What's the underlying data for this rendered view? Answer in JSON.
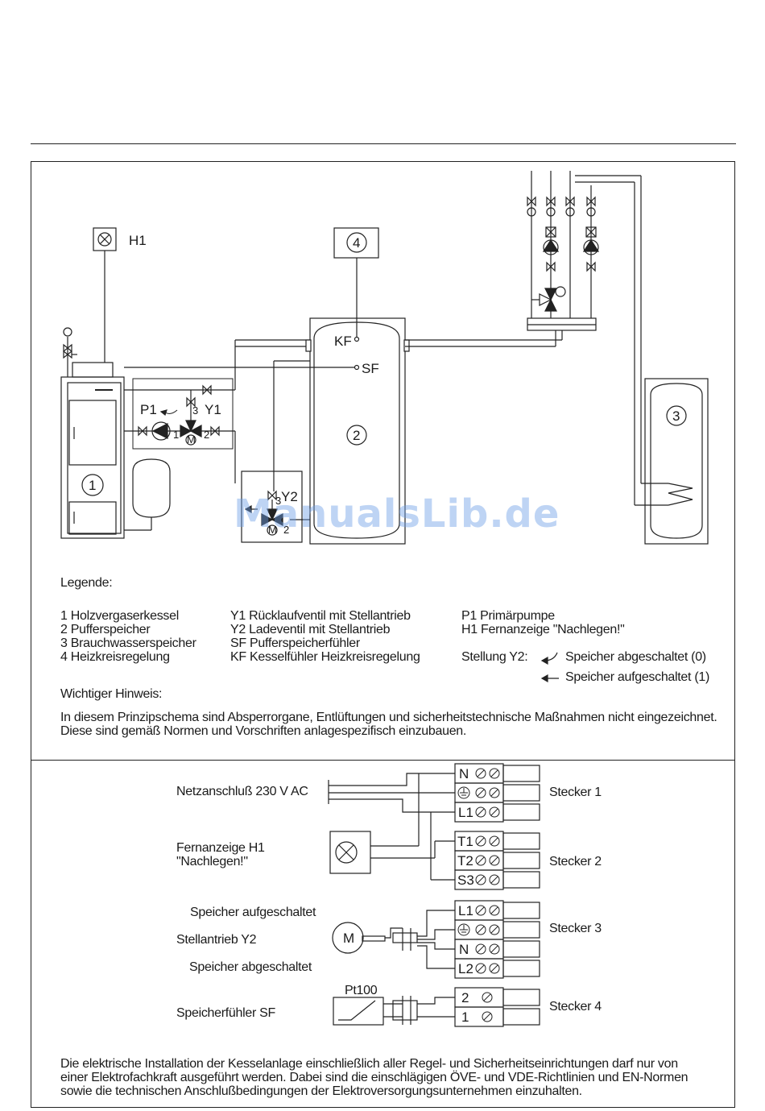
{
  "diagram": {
    "labels": {
      "h1": "H1",
      "p1": "P1",
      "y1": "Y1",
      "y2": "Y2",
      "kf": "KF",
      "sf": "SF",
      "n1": "1",
      "n2": "2",
      "n3": "3",
      "n4": "4",
      "motor": "M",
      "three": "3",
      "two": "2",
      "one": "1"
    }
  },
  "legend": {
    "heading": "Legende:",
    "col1": [
      "1  Holzvergaserkessel",
      "2  Pufferspeicher",
      "3  Brauchwasserspeicher",
      "4  Heizkreisregelung"
    ],
    "col2": [
      "Y1  Rücklaufventil mit Stellantrieb",
      "Y2  Ladeventil mit Stellantrieb",
      "SF  Pufferspeicherfühler",
      "KF  Kesselfühler Heizkreisregelung"
    ],
    "col3": [
      "P1  Primärpumpe",
      "H1  Fernanzeige \"Nachlegen!\""
    ],
    "stellung_label": "Stellung Y2:",
    "stellung_off": "Speicher abgeschaltet (0)",
    "stellung_on": "Speicher aufgeschaltet (1)",
    "note_heading": "Wichtiger Hinweis:",
    "note_line1": "In diesem Prinzipschema sind Absperrorgane, Entlüftungen und sicherheitstechnische Maßnahmen nicht eingezeichnet.",
    "note_line2": "Diese sind gemäß Normen und Vorschriften anlagespezifisch einzubauen."
  },
  "wiring": {
    "netz": "Netzanschluß 230 V AC",
    "fern1": "Fernanzeige H1",
    "fern2": "\"Nachlegen!\"",
    "auf": "Speicher aufgeschaltet",
    "stell": "Stellantrieb Y2",
    "ab": "Speicher abgeschaltet",
    "sf": "Speicherfühler SF",
    "pt100": "Pt100",
    "motor": "M",
    "stecker1": "Stecker 1",
    "stecker2": "Stecker 2",
    "stecker3": "Stecker 3",
    "stecker4": "Stecker 4",
    "terminals": {
      "s1": [
        "N",
        "",
        "L1"
      ],
      "s2": [
        "T1",
        "T2",
        "S3"
      ],
      "s3": [
        "L1",
        "",
        "N",
        "L2"
      ],
      "s4": [
        "2",
        "1"
      ]
    }
  },
  "footer": {
    "line1": "Die elektrische Installation der Kesselanlage einschließlich aller Regel- und Sicherheitseinrichtungen darf nur von",
    "line2": "einer Elektrofachkraft ausgeführt werden. Dabei sind die einschlägigen ÖVE- und VDE-Richtlinien und EN-Normen",
    "line3": "sowie die technischen Anschlußbedingungen der Elektroversorgungsunternehmen einzuhalten."
  },
  "watermark": "ManualsLib.de"
}
